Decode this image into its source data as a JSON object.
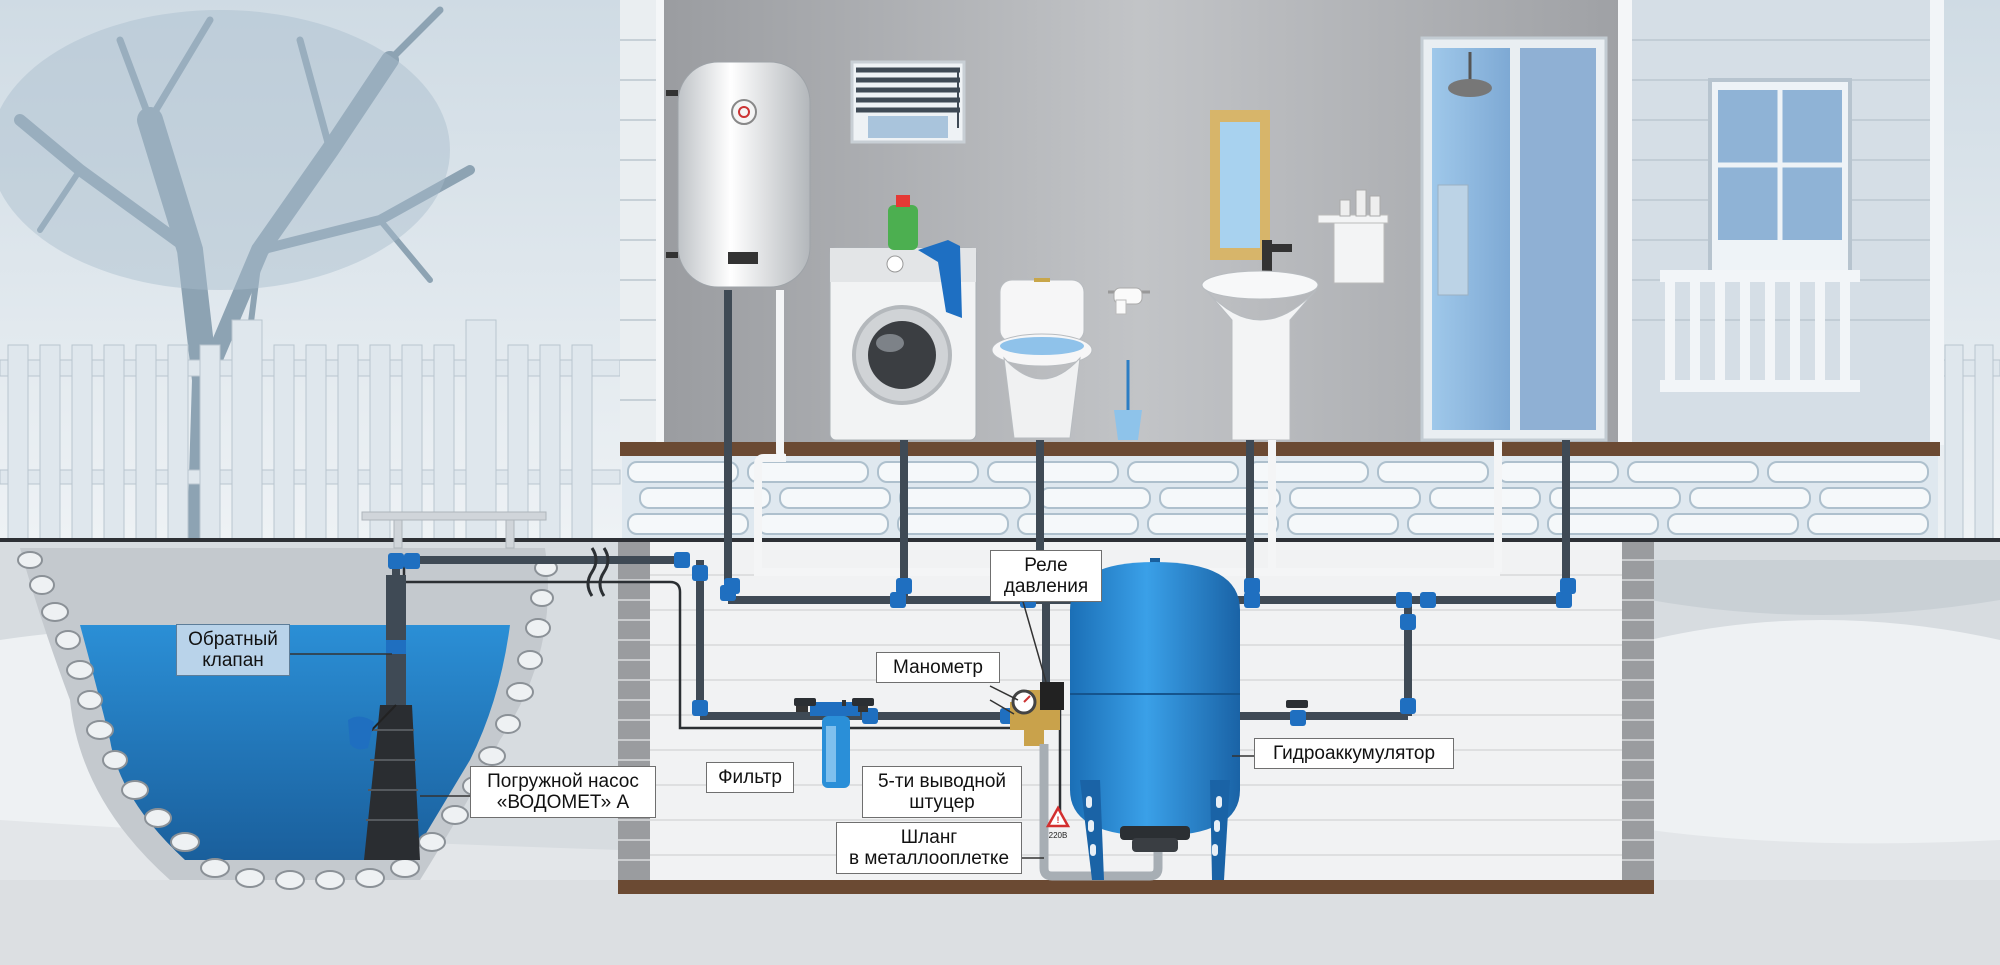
{
  "diagram": {
    "labels": {
      "check_valve": [
        "Обратный",
        "клапан"
      ],
      "submersible_pump": [
        "Погружной насос",
        "«ВОДОМЕТ» А"
      ],
      "pressure_relay": [
        "Реле",
        "давления"
      ],
      "manometer": [
        "Манометр"
      ],
      "filter": [
        "Фильтр"
      ],
      "five_way_fitting": [
        "5-ти выводной",
        "штуцер"
      ],
      "braided_hose": [
        "Шланг",
        "в металлооплетке"
      ],
      "accumulator": [
        "Гидроаккумулятор"
      ]
    },
    "warning_sign_text": "220В",
    "colors": {
      "water": "#1e7fc9",
      "tank": "#2a8fd8",
      "pipe": "#3f4a55",
      "fitting": "#1f6fc0",
      "wall": "#8e9094",
      "floor": "#6b4a33"
    }
  }
}
